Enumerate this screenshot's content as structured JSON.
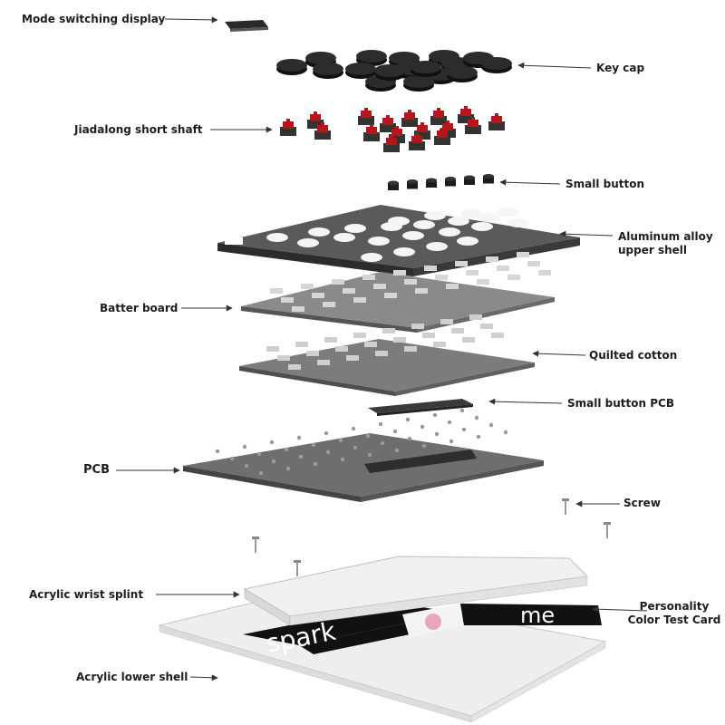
{
  "labels": {
    "mode_switching_display": "Mode switching display",
    "key_cap": "Key cap",
    "jiadalong_short_shaft": "Jiadalong short shaft",
    "small_button": "Small button",
    "aluminum_upper_line1": "Aluminum alloy",
    "aluminum_upper_line2": "upper shell",
    "batter_board": "Batter board",
    "quilted_cotton": "Quilted cotton",
    "small_button_pcb": "Small button PCB",
    "pcb": "PCB",
    "screw": "Screw",
    "acrylic_wrist_splint": "Acrylic wrist splint",
    "personality_card_line1": "Personality",
    "personality_card_line2": "Color Test Card",
    "acrylic_lower_shell": "Acrylic lower shell"
  },
  "card_text": {
    "left": "spark",
    "right": "me"
  },
  "colors": {
    "switch_red": "#b3161b",
    "metal_dark": "#3c3c3c",
    "label_text": "#1e1e1e"
  }
}
